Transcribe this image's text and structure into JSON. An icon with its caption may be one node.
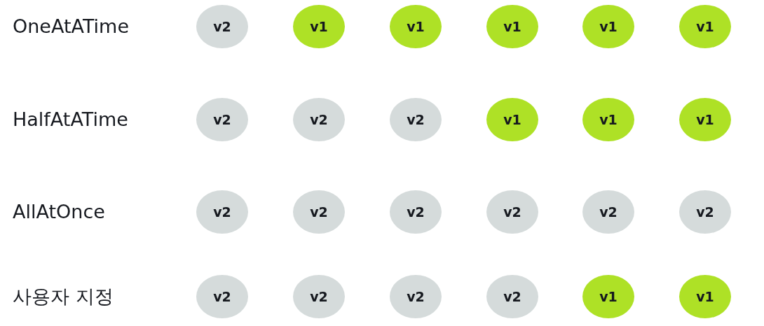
{
  "diagram": {
    "nodes": [
      {
        "text": [
          "v2"
        ]
      },
      {
        "text": [
          "v1"
        ]
      },
      {
        "text": [
          "v1"
        ]
      },
      {
        "text": [
          "v1"
        ]
      },
      {
        "text": [
          "v1"
        ]
      },
      {
        "text": [
          "v1"
        ]
      },
      {
        "text": [
          "v2"
        ]
      },
      {
        "text": [
          "v2"
        ]
      },
      {
        "text": [
          "v2"
        ]
      },
      {
        "text": [
          "v1"
        ]
      },
      {
        "text": [
          "v1"
        ]
      },
      {
        "text": [
          "v1"
        ]
      },
      {
        "text": [
          "v2"
        ]
      },
      {
        "text": [
          "v2"
        ]
      },
      {
        "text": [
          "v2"
        ]
      },
      {
        "text": [
          "v2"
        ]
      },
      {
        "text": [
          "v2"
        ]
      },
      {
        "text": [
          "v2"
        ]
      },
      {
        "text": [
          "v2"
        ]
      },
      {
        "text": [
          "v2"
        ]
      },
      {
        "text": [
          "v2"
        ]
      },
      {
        "text": [
          "v2"
        ]
      },
      {
        "text": [
          "v1"
        ]
      },
      {
        "text": [
          "v1"
        ]
      }
    ],
    "labels": [
      "OneAtATime",
      "HalfAtATime",
      "AllAtOnce",
      "사용자 지정"
    ]
  }
}
